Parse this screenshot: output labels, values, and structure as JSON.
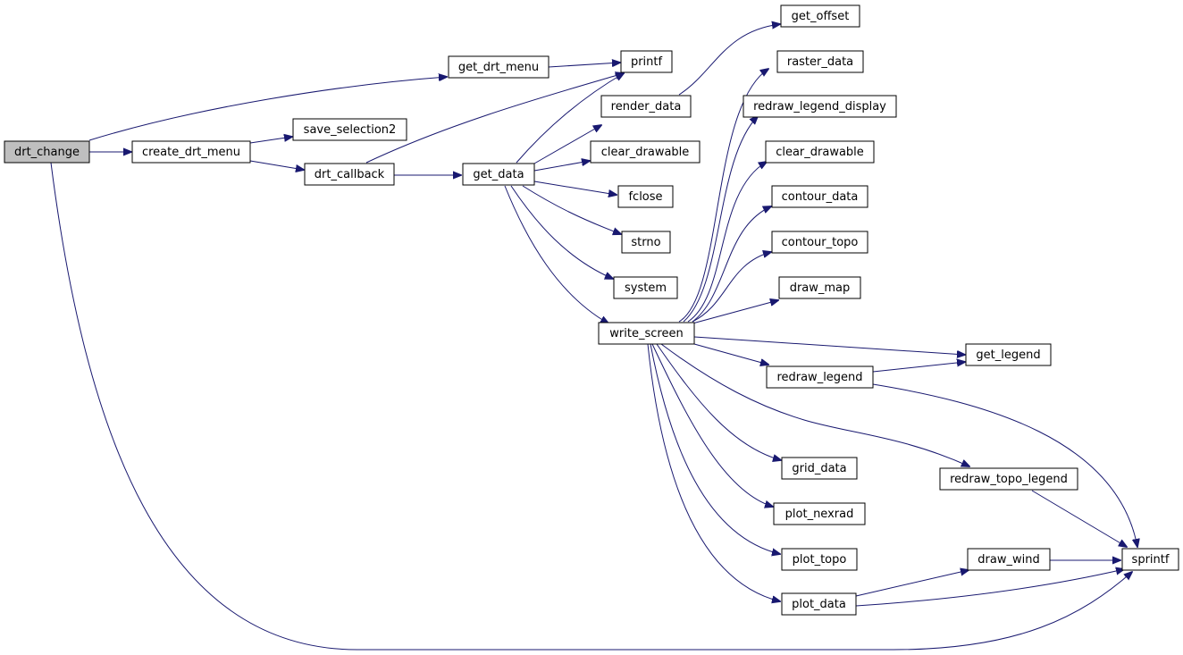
{
  "colors": {
    "edge": "#191970",
    "root_fill": "#bfbfbf",
    "node_fill": "#ffffff",
    "node_border": "#000000"
  },
  "nodes": {
    "drt_change": "drt_change",
    "get_drt_menu": "get_drt_menu",
    "create_drt_menu": "create_drt_menu",
    "save_selection2": "save_selection2",
    "drt_callback": "drt_callback",
    "printf": "printf",
    "get_data": "get_data",
    "render_data": "render_data",
    "clear_drawable_1": "clear_drawable",
    "fclose": "fclose",
    "strno": "strno",
    "system": "system",
    "write_screen": "write_screen",
    "get_offset": "get_offset",
    "raster_data": "raster_data",
    "redraw_legend_display": "redraw_legend_display",
    "clear_drawable_2": "clear_drawable",
    "contour_data": "contour_data",
    "contour_topo": "contour_topo",
    "draw_map": "draw_map",
    "get_legend": "get_legend",
    "redraw_legend": "redraw_legend",
    "grid_data": "grid_data",
    "redraw_topo_legend": "redraw_topo_legend",
    "plot_nexrad": "plot_nexrad",
    "plot_topo": "plot_topo",
    "draw_wind": "draw_wind",
    "sprintf": "sprintf",
    "plot_data": "plot_data"
  }
}
